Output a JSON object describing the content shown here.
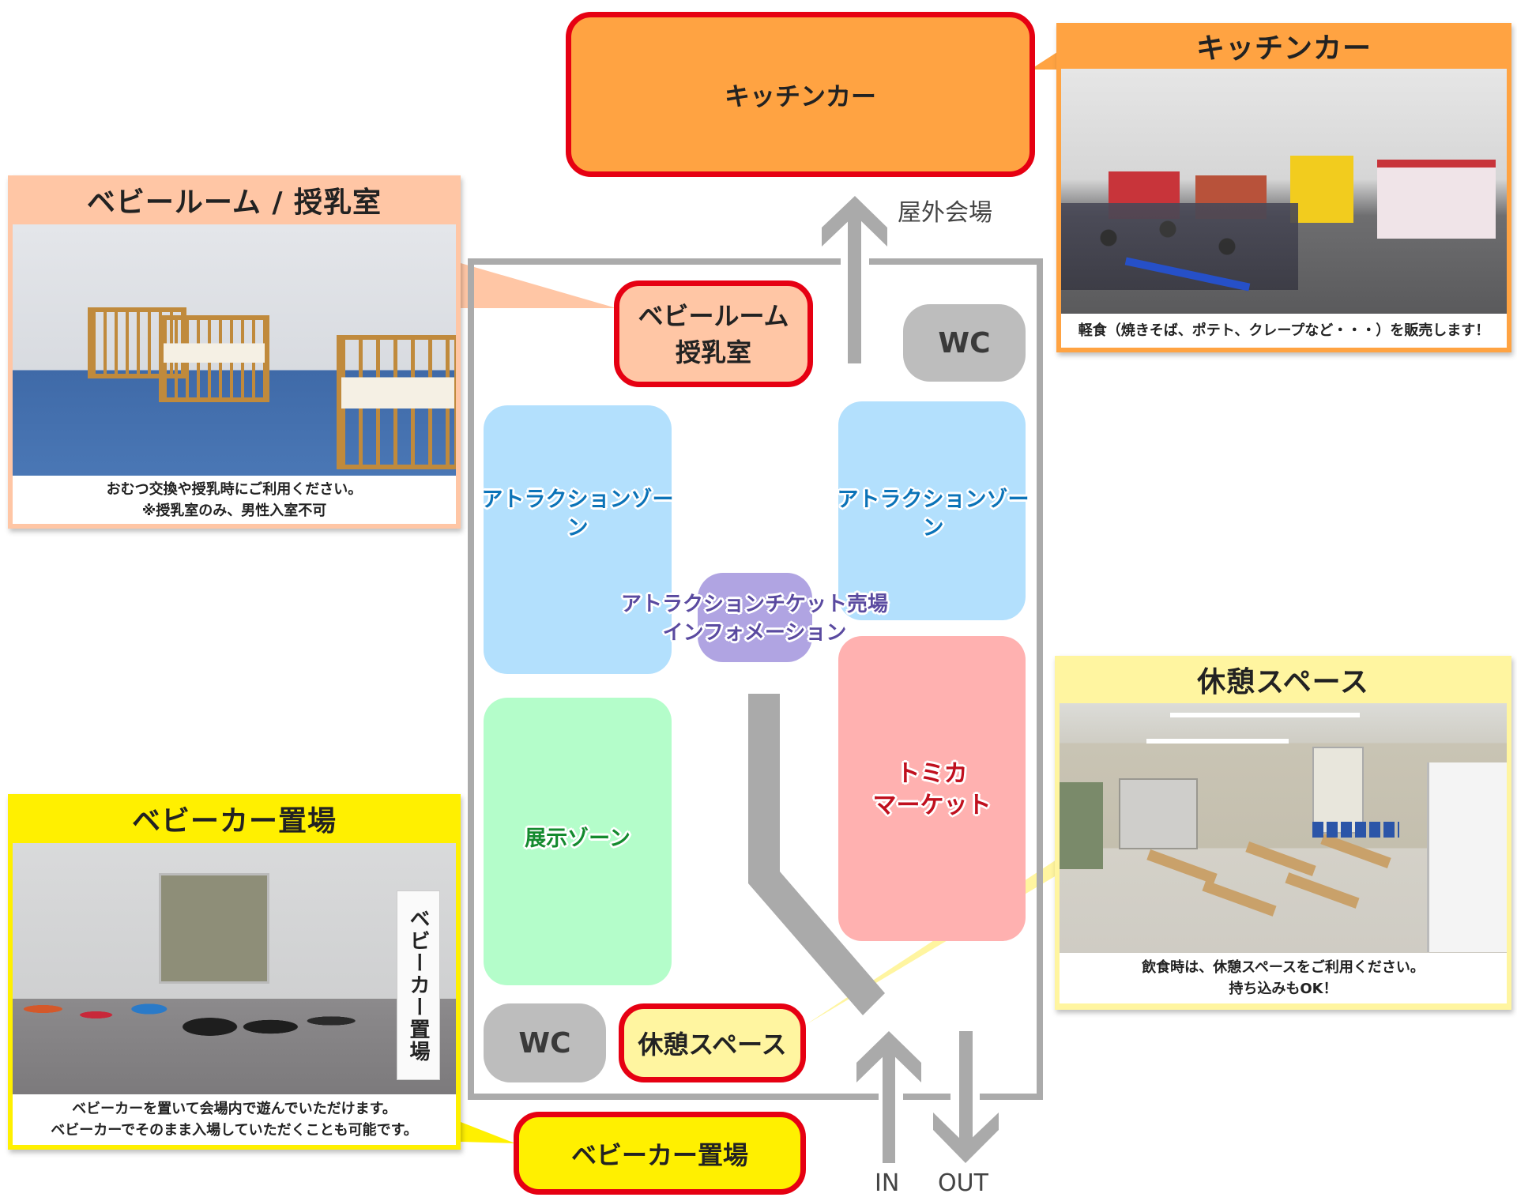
{
  "colors": {
    "callout_border": "#e60012",
    "kitchen_orange": "#ffa342",
    "babyroom_peach": "#ffc6a5",
    "rest_yellow": "#fff5a0",
    "stroller_yellow": "#fff000",
    "attraction_blue": "#b3e0fd",
    "attraction_text": "#0b73b8",
    "info_purple": "#b0a4e2",
    "info_text": "#5a4aa0",
    "exhibition_green": "#b4fdca",
    "exhibition_text": "#148a2e",
    "tomica_pink": "#ffb1b0",
    "tomica_text": "#c0101e",
    "wc_gray": "#bdbdbd",
    "outline_gray": "#ababab"
  },
  "map": {
    "kitchen_car": {
      "label": "キッチンカー"
    },
    "outdoor_label": "屋外会場",
    "baby_room": {
      "label": "ベビールーム\n授乳室"
    },
    "wc_top": {
      "label": "WC"
    },
    "wc_bottom": {
      "label": "WC"
    },
    "attraction_left": {
      "label": "アトラクションゾーン"
    },
    "attraction_right": {
      "label": "アトラクションゾーン"
    },
    "info": {
      "label": "アトラクションチケット売場\nインフォメーション"
    },
    "exhibition": {
      "label": "展示ゾーン"
    },
    "tomica_market": {
      "label": "トミカ\nマーケット"
    },
    "rest_space": {
      "label": "休憩スペース"
    },
    "stroller_parking": {
      "label": "ベビーカー置場"
    },
    "entrance": {
      "in_label": "IN",
      "out_label": "OUT"
    }
  },
  "cards": {
    "baby_room": {
      "title": "ベビールーム / 授乳室",
      "photo_alt": "ベビーベッドが並ぶ部屋",
      "caption_lines": [
        "おむつ交換や授乳時にご利用ください。",
        "※授乳室のみ、男性入室不可"
      ]
    },
    "kitchen_car": {
      "title": "キッチンカー",
      "photo_alt": "キッチンカーが並ぶ屋外会場",
      "caption_lines": [
        "軽食（焼きそば、ポテト、クレープなど・・・）を販売します！"
      ]
    },
    "rest_space": {
      "title": "休憩スペース",
      "photo_alt": "ベンチが並ぶ休憩室",
      "caption_lines": [
        "飲食時は、休憩スペースをご利用ください。",
        "持ち込みもOK！"
      ]
    },
    "stroller": {
      "title": "ベビーカー置場",
      "photo_alt": "並べられたベビーカー",
      "photo_sign": "ベビーカー置場",
      "caption_lines": [
        "ベビーカーを置いて会場内で遊んでいただけます。",
        "ベビーカーでそのまま入場していただくことも可能です。"
      ]
    }
  }
}
